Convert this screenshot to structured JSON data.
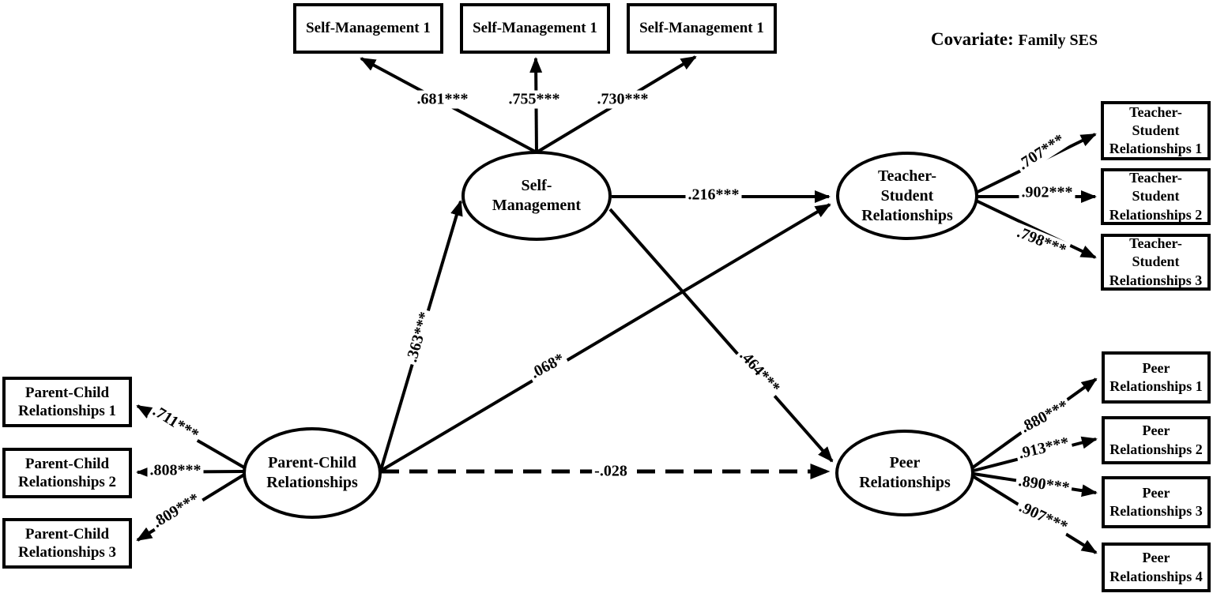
{
  "covariate": {
    "label": "Covariate:",
    "value": "Family SES"
  },
  "latents": {
    "self_management": {
      "label": "Self-\nManagement"
    },
    "teacher_student": {
      "label": "Teacher-\nStudent\nRelationships"
    },
    "parent_child": {
      "label": "Parent-Child\nRelationships"
    },
    "peer": {
      "label": "Peer\nRelationships"
    }
  },
  "indicators": {
    "self_management": [
      {
        "label": "Self-Management 1",
        "loading": ".681***"
      },
      {
        "label": "Self-Management 1",
        "loading": ".755***"
      },
      {
        "label": "Self-Management 1",
        "loading": ".730***"
      }
    ],
    "parent_child": [
      {
        "label": "Parent-Child\nRelationships 1",
        "loading": ".711***"
      },
      {
        "label": "Parent-Child\nRelationships 2",
        "loading": ".808***"
      },
      {
        "label": "Parent-Child\nRelationships 3",
        "loading": ".809***"
      }
    ],
    "teacher_student": [
      {
        "label": "Teacher-\nStudent\nRelationships 1",
        "loading": ".707***"
      },
      {
        "label": "Teacher-\nStudent\nRelationships 2",
        "loading": ".902***"
      },
      {
        "label": "Teacher-\nStudent\nRelationships 3",
        "loading": ".798***"
      }
    ],
    "peer": [
      {
        "label": "Peer\nRelationships 1",
        "loading": ".880***"
      },
      {
        "label": "Peer\nRelationships 2",
        "loading": ".913***"
      },
      {
        "label": "Peer\nRelationships 3",
        "loading": ".890***"
      },
      {
        "label": "Peer\nRelationships 4",
        "loading": ".907***"
      }
    ]
  },
  "structural_paths": [
    {
      "from": "Parent-Child Relationships",
      "to": "Self-Management",
      "coefficient": ".363***",
      "style": "solid"
    },
    {
      "from": "Parent-Child Relationships",
      "to": "Teacher-Student Relationships",
      "coefficient": ".068*",
      "style": "solid"
    },
    {
      "from": "Parent-Child Relationships",
      "to": "Peer Relationships",
      "coefficient": "-.028",
      "style": "dashed"
    },
    {
      "from": "Self-Management",
      "to": "Teacher-Student Relationships",
      "coefficient": ".216***",
      "style": "solid"
    },
    {
      "from": "Self-Management",
      "to": "Peer Relationships",
      "coefficient": ".464***",
      "style": "solid"
    }
  ],
  "colors": {
    "line": "#000000",
    "background": "#ffffff",
    "text": "#000000"
  }
}
